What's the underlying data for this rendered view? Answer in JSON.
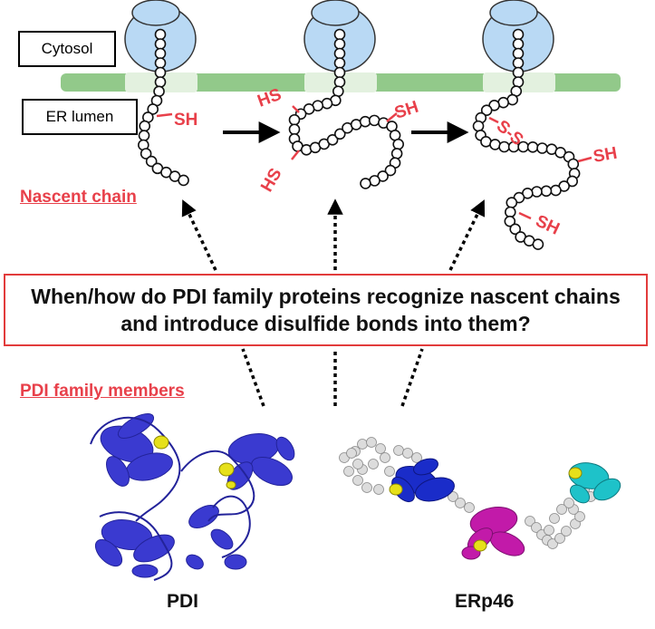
{
  "labels": {
    "cytosol": "Cytosol",
    "er_lumen": "ER lumen",
    "nascent_chain": "Nascent chain",
    "pdi_family_members": "PDI family members"
  },
  "question": "When/how do PDI family proteins recognize nascent chains and introduce disulfide bonds into them?",
  "group_chain_labels": {
    "sh": "SH",
    "hs": "HS",
    "s_s": "S-S"
  },
  "captions": {
    "pdi": "PDI",
    "erp46": "ERp46"
  },
  "colors": {
    "ribosome": "#b9d9f4",
    "membrane": "#92c98a",
    "translocon": "#e3f1df",
    "thiol_label": "#e8404a",
    "pdi_structure": "#3a3ad0",
    "erp46_domain_a": "#1a2cc9",
    "erp46_domain_b": "#c21aa9",
    "erp46_domain_c": "#1ec2c9",
    "linker": "#d5d5d5",
    "cysteine": "#e6e01a"
  }
}
